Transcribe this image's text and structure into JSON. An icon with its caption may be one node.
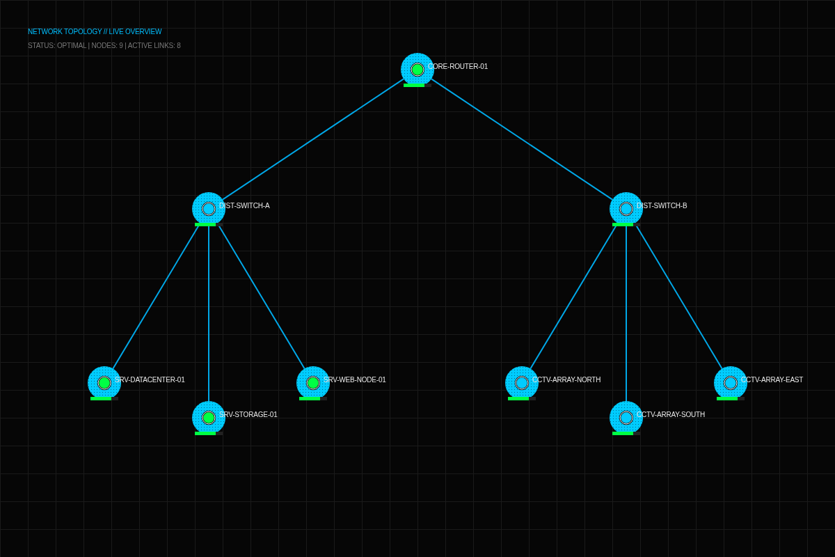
{
  "diagram": {
    "title": "NETWORK TOPOLOGY // LIVE OVERVIEW",
    "nodes": [
      {
        "text": [],
        "shape": "circle",
        "beside": [
          "CORE-ROUTER-01"
        ]
      },
      {
        "text": [],
        "shape": "circle",
        "beside": [
          "DIST-SWITCH-A"
        ]
      },
      {
        "text": [],
        "shape": "circle",
        "beside": [
          "DIST-SWITCH-B"
        ]
      },
      {
        "text": [],
        "shape": "circle",
        "beside": [
          "SRV-DATACENTER-01"
        ]
      },
      {
        "text": [],
        "shape": "circle",
        "beside": [
          "SRV-STORAGE-01"
        ]
      },
      {
        "text": [],
        "shape": "circle",
        "beside": [
          "SRV-WEB-NODE-01"
        ]
      },
      {
        "text": [],
        "shape": "circle",
        "beside": [
          "CCTV-ARRAY-NORTH"
        ]
      },
      {
        "text": [],
        "shape": "circle",
        "beside": [
          "CCTV-ARRAY-SOUTH"
        ]
      },
      {
        "text": [],
        "shape": "circle",
        "beside": [
          "CCTV-ARRAY-EAST"
        ]
      }
    ],
    "edges": [
      {
        "from": 0,
        "to": 1,
        "arrow": "none"
      },
      {
        "from": 0,
        "to": 2,
        "arrow": "none"
      },
      {
        "from": 1,
        "to": 3,
        "arrow": "none"
      },
      {
        "from": 1,
        "to": 4,
        "arrow": "none"
      },
      {
        "from": 1,
        "to": 5,
        "arrow": "none"
      },
      {
        "from": 2,
        "to": 6,
        "arrow": "none"
      },
      {
        "from": 2,
        "to": 7,
        "arrow": "none"
      },
      {
        "from": 2,
        "to": 8,
        "arrow": "none"
      }
    ],
    "labels": [
      "STATUS: OPTIMAL | NODES: 9 | ACTIVE LINKS: 8"
    ]
  }
}
